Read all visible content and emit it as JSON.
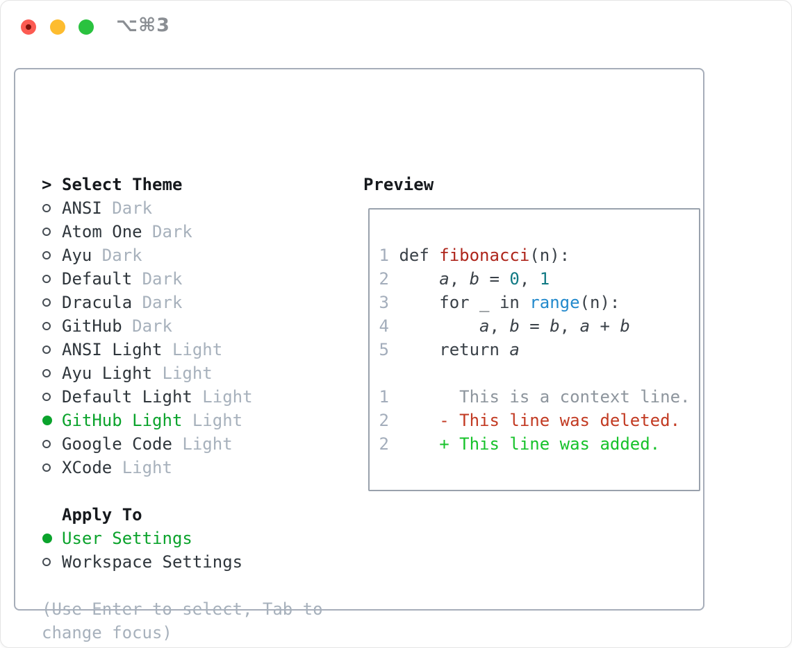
{
  "window": {
    "title": "⌥⌘3",
    "traffic_lights": [
      "close",
      "minimize",
      "zoom"
    ]
  },
  "colors": {
    "accent_green": "#0ba32c",
    "item_dark": "#2f363c",
    "muted_gray": "#a7b1bc",
    "lineno_gray": "#a3adbb",
    "code_plain": "#3a4148",
    "func_red": "#ae251b",
    "number_teal": "#117a84",
    "builtin_blue": "#2289cc",
    "context_gray": "#8d959d",
    "deleted_red": "#c23a22",
    "added_green": "#17c22b",
    "panel_border": "#a6adb9",
    "preview_border": "#99a1ac"
  },
  "theme_picker": {
    "header_prefix": ">",
    "header_label": "Select Theme",
    "items": [
      {
        "name": "ANSI",
        "tag": "Dark",
        "selected": false
      },
      {
        "name": "Atom One",
        "tag": "Dark",
        "selected": false
      },
      {
        "name": "Ayu",
        "tag": "Dark",
        "selected": false
      },
      {
        "name": "Default",
        "tag": "Dark",
        "selected": false
      },
      {
        "name": "Dracula",
        "tag": "Dark",
        "selected": false
      },
      {
        "name": "GitHub",
        "tag": "Dark",
        "selected": false
      },
      {
        "name": "ANSI Light",
        "tag": "Light",
        "selected": false
      },
      {
        "name": "Ayu Light",
        "tag": "Light",
        "selected": false
      },
      {
        "name": "Default Light",
        "tag": "Light",
        "selected": false
      },
      {
        "name": "GitHub Light",
        "tag": "Light",
        "selected": true
      },
      {
        "name": "Google Code",
        "tag": "Light",
        "selected": false
      },
      {
        "name": "XCode",
        "tag": "Light",
        "selected": false
      }
    ]
  },
  "apply_to": {
    "header_label": "Apply To",
    "items": [
      {
        "name": "User Settings",
        "selected": true
      },
      {
        "name": "Workspace Settings",
        "selected": false
      }
    ]
  },
  "help_lines": [
    "(Use Enter to select, Tab to",
    "change focus)"
  ],
  "preview": {
    "label": "Preview",
    "code_lines": [
      {
        "num": "1",
        "segments": [
          {
            "t": "def "
          },
          {
            "t": "fibonacci",
            "c": "func_red"
          },
          {
            "t": "(n):"
          }
        ]
      },
      {
        "num": "2",
        "segments": [
          {
            "t": "    "
          },
          {
            "t": "a",
            "i": true
          },
          {
            "t": ", "
          },
          {
            "t": "b",
            "i": true
          },
          {
            "t": " = "
          },
          {
            "t": "0",
            "c": "number_teal"
          },
          {
            "t": ", "
          },
          {
            "t": "1",
            "c": "number_teal"
          }
        ]
      },
      {
        "num": "3",
        "segments": [
          {
            "t": "    for _ in "
          },
          {
            "t": "range",
            "c": "builtin_blue"
          },
          {
            "t": "(n):"
          }
        ]
      },
      {
        "num": "4",
        "segments": [
          {
            "t": "        "
          },
          {
            "t": "a",
            "i": true
          },
          {
            "t": ", "
          },
          {
            "t": "b",
            "i": true
          },
          {
            "t": " = "
          },
          {
            "t": "b",
            "i": true
          },
          {
            "t": ", "
          },
          {
            "t": "a",
            "i": true
          },
          {
            "t": " + "
          },
          {
            "t": "b",
            "i": true
          }
        ]
      },
      {
        "num": "5",
        "segments": [
          {
            "t": "    return "
          },
          {
            "t": "a",
            "i": true
          }
        ]
      },
      {
        "num": "",
        "segments": []
      },
      {
        "num": "1",
        "segments": [
          {
            "t": "      This is a context line.",
            "c": "context_gray"
          }
        ]
      },
      {
        "num": "2",
        "segments": [
          {
            "t": "    - This line was deleted.",
            "c": "deleted_red"
          }
        ]
      },
      {
        "num": "2",
        "segments": [
          {
            "t": "    + This line was added.",
            "c": "added_green"
          }
        ]
      }
    ]
  }
}
